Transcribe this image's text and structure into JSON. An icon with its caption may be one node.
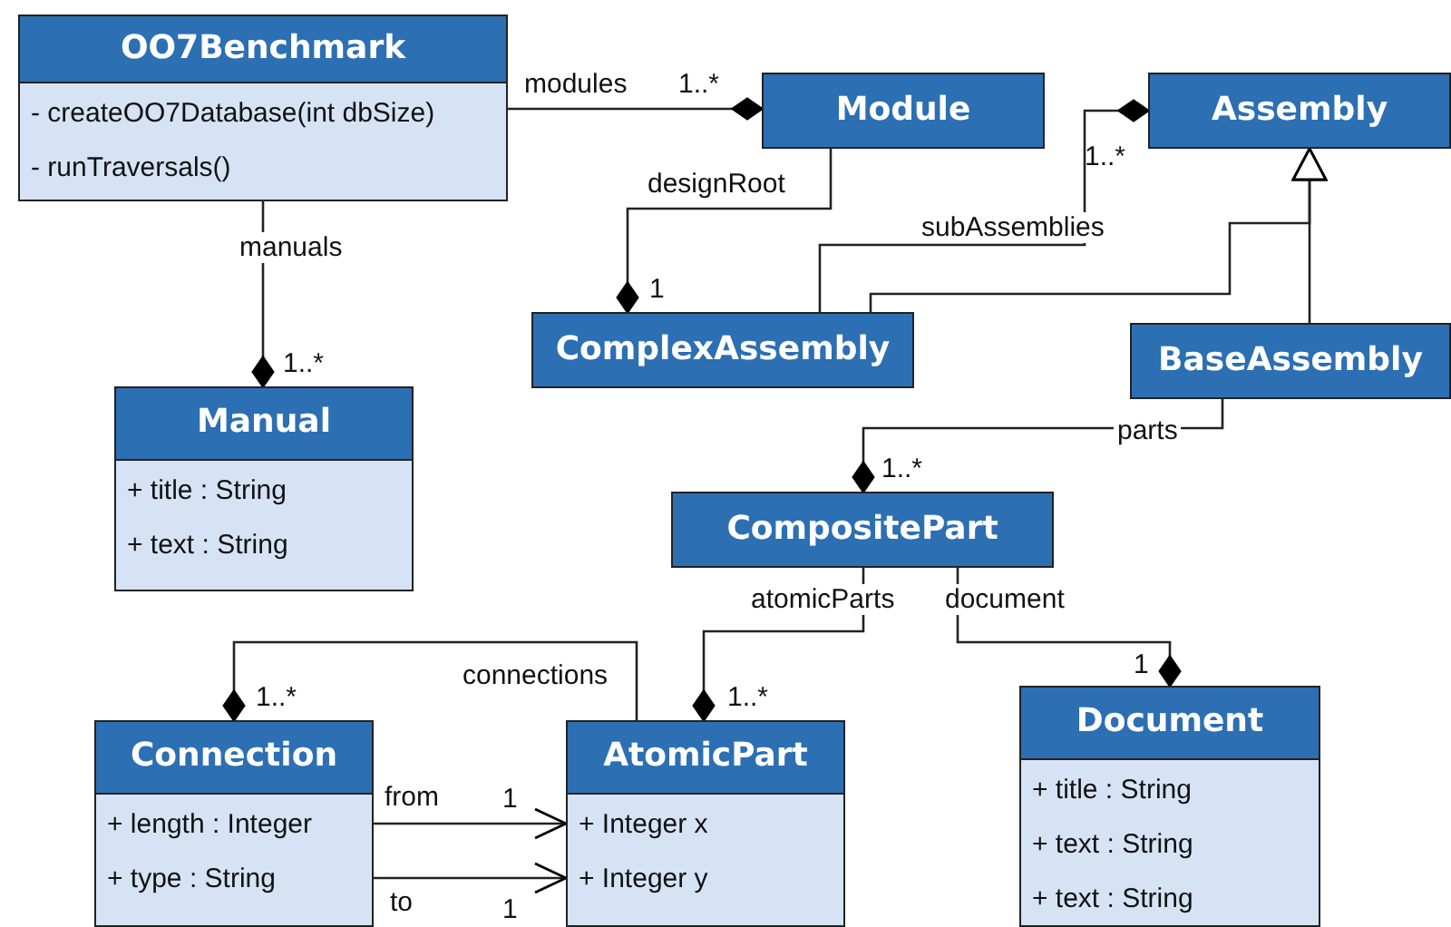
{
  "diagram": {
    "nodes": [
      {
        "text": [
          "OO7Benchmark",
          "- createOO7Database(int dbSize)",
          "- runTraversals()"
        ]
      },
      {
        "text": [
          "Module"
        ]
      },
      {
        "text": [
          "Assembly"
        ]
      },
      {
        "text": [
          "ComplexAssembly"
        ]
      },
      {
        "text": [
          "Manual",
          "+ title : String",
          "+ text : String"
        ]
      },
      {
        "text": [
          "BaseAssembly"
        ]
      },
      {
        "text": [
          "CompositePart"
        ]
      },
      {
        "text": [
          "Connection",
          "+ length : Integer",
          "+ type : String"
        ]
      },
      {
        "text": [
          "AtomicPart",
          "+ Integer x",
          "+ Integer y"
        ]
      },
      {
        "text": [
          "Document",
          "+ title : String",
          "+ text : String",
          "+ text : String"
        ]
      }
    ],
    "edges": [
      {
        "from": 0,
        "to": 1,
        "arrow": "other",
        "label": "modules"
      },
      {
        "from": 0,
        "to": 4,
        "arrow": "other",
        "label": "manuals"
      },
      {
        "from": 1,
        "to": 3,
        "arrow": "other",
        "label": "designRoot"
      },
      {
        "from": 3,
        "to": 2,
        "arrow": "other",
        "label": "subAssemblies"
      },
      {
        "from": 3,
        "to": 2,
        "arrow": "to"
      },
      {
        "from": 5,
        "to": 2,
        "arrow": "to"
      },
      {
        "from": 5,
        "to": 6,
        "arrow": "other",
        "label": "parts"
      },
      {
        "from": 6,
        "to": 8,
        "arrow": "other",
        "label": "atomicParts"
      },
      {
        "from": 6,
        "to": 9,
        "arrow": "other",
        "label": "document"
      },
      {
        "from": 8,
        "to": 7,
        "arrow": "other",
        "label": "connections"
      },
      {
        "from": 7,
        "to": 8,
        "arrow": "to",
        "label": "from"
      },
      {
        "from": 7,
        "to": 8,
        "arrow": "to",
        "label": "to"
      }
    ],
    "labels": [
      "1..*",
      "1..*",
      "1",
      "1..*",
      "1..*",
      "1..*",
      "1..*",
      "1",
      "1",
      "1"
    ]
  }
}
